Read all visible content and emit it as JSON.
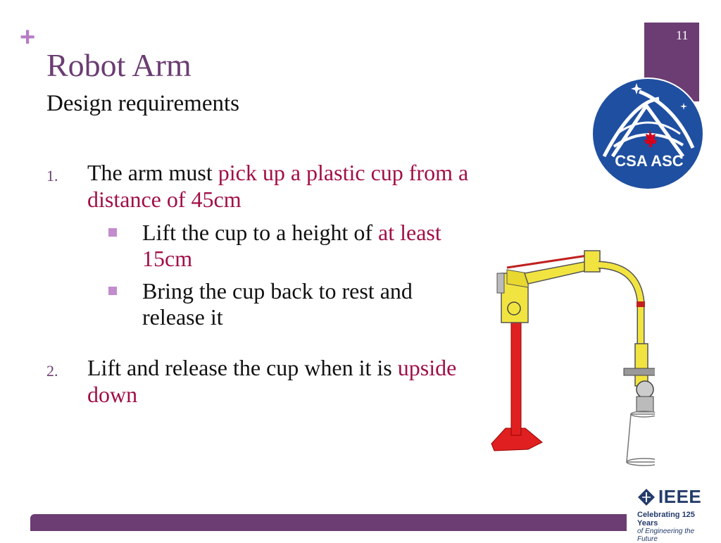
{
  "header": {
    "plus": "+",
    "title": "Robot Arm",
    "subtitle": "Design requirements",
    "page_number": "11"
  },
  "logo": {
    "text": "CSA ASC",
    "colors": {
      "circle": "#1f4fa0",
      "leaf": "#d6001c"
    }
  },
  "list": {
    "item1": {
      "number": "1.",
      "text_plain": "The arm must ",
      "text_highlight": "pick up a plastic cup from a distance of 45cm",
      "subitems": [
        {
          "plain": "Lift the cup to a height of ",
          "highlight": "at least 15cm"
        },
        {
          "plain": "Bring the cup back to rest and release it",
          "highlight": ""
        }
      ]
    },
    "item2": {
      "number": "2.",
      "text_plain": "Lift and release the cup when it is ",
      "text_highlight": "upside down"
    }
  },
  "footer": {
    "ieee_word": "IEEE",
    "tagline1": "Celebrating 125 Years",
    "tagline2": "of Engineering the Future"
  },
  "colors": {
    "accent": "#6b3d72",
    "highlight": "#a10f47",
    "bullet": "#c28ccd"
  }
}
